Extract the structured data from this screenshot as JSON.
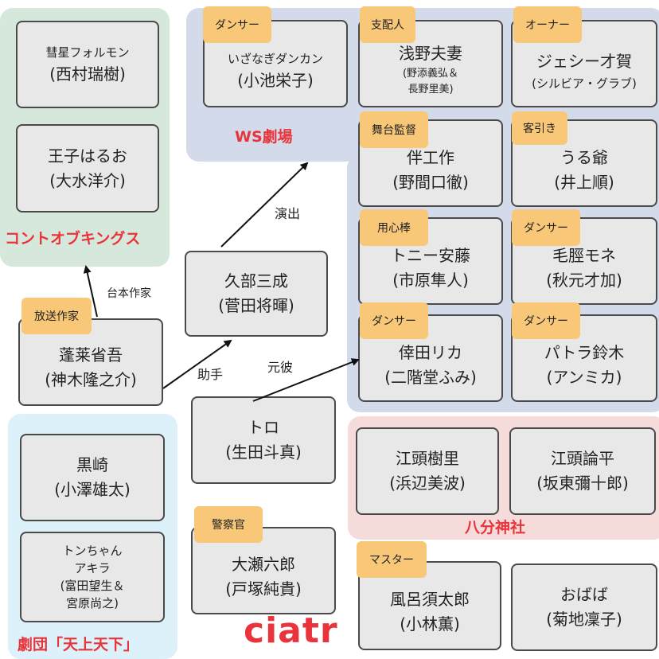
{
  "groups": {
    "konto": "コントオブキングス",
    "ws": "WS劇場",
    "hachi": "八分神社",
    "gekidan": "劇団「天上天下」"
  },
  "people": {
    "suisei": {
      "line1": "彗星フォルモン",
      "line2": "(西村瑞樹)"
    },
    "ouji": {
      "line1": "王子はるお",
      "line2": "(大水洋介)"
    },
    "izanagi": {
      "role": "ダンサー",
      "line1": "いざなぎダンカン",
      "line2": "(小池栄子)"
    },
    "asano": {
      "role": "支配人",
      "line1": "浅野夫妻",
      "line2": "(野添義弘＆",
      "line3": "長野里美)"
    },
    "jessie": {
      "role": "オーナー",
      "line1": "ジェシー才賀",
      "line2": "(シルビア・グラブ)"
    },
    "ban": {
      "role": "舞台監督",
      "line1": "伴工作",
      "line2": "(野間口徹)"
    },
    "uru": {
      "role": "客引き",
      "line1": "うる爺",
      "line2": "(井上順)"
    },
    "tony": {
      "role": "用心棒",
      "line1": "トニー安藤",
      "line2": "(市原隼人)"
    },
    "mone": {
      "role": "ダンサー",
      "line1": "毛脛モネ",
      "line2": "(秋元才加)"
    },
    "kube": {
      "line1": "久部三成",
      "line2": "(菅田将暉)"
    },
    "hourai": {
      "role": "放送作家",
      "line1": "蓬莱省吾",
      "line2": "(神木隆之介)"
    },
    "kurada": {
      "role": "ダンサー",
      "line1": "倖田リカ",
      "line2": "(二階堂ふみ)"
    },
    "patora": {
      "role": "ダンサー",
      "line1": "パトラ鈴木",
      "line2": "(アンミカ)"
    },
    "toro": {
      "line1": "トロ",
      "line2": "(生田斗真)"
    },
    "kurosaki": {
      "line1": "黒崎",
      "line2": "(小澤雄太)"
    },
    "eto_juri": {
      "line1": "江頭樹里",
      "line2": "(浜辺美波)"
    },
    "eto_ronpei": {
      "line1": "江頭論平",
      "line2": "(坂東彌十郎)"
    },
    "ton": {
      "line1": "トンちゃん",
      "line2": "アキラ",
      "line3": "(富田望生＆",
      "line4": "宮原尚之)"
    },
    "ose": {
      "role": "警察官",
      "line1": "大瀬六郎",
      "line2": "(戸塚純貴)"
    },
    "furo": {
      "role": "マスター",
      "line1": "風呂須太郎",
      "line2": "(小林薫)"
    },
    "obaba": {
      "line1": "おばば",
      "line2": "(菊地凜子)"
    }
  },
  "relations": {
    "enshutsu": "演出",
    "daihon": "台本作家",
    "joshu": "助手",
    "motokare": "元彼"
  },
  "logo": "ciatr",
  "colors": {
    "accent": "#e8343a",
    "role_badge": "#f8c878",
    "box_fill": "#e8e8e8"
  }
}
